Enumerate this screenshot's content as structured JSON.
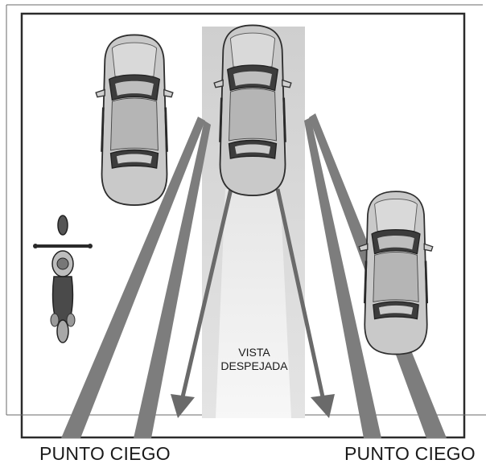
{
  "labels": {
    "clear_view_line1": "VISTA",
    "clear_view_line2": "DESPEJADA",
    "blind_spot_left": "PUNTO CIEGO",
    "blind_spot_right": "PUNTO CIEGO"
  },
  "colors": {
    "frame": "#2b2b2b",
    "clear_zone": "#d6d6d6",
    "clear_zone_inner": "#ececec",
    "beam": "#7a7a7a",
    "car_body": "#c4c4c4",
    "car_dark": "#3a3a3a",
    "glass": "#9a9a9a"
  }
}
